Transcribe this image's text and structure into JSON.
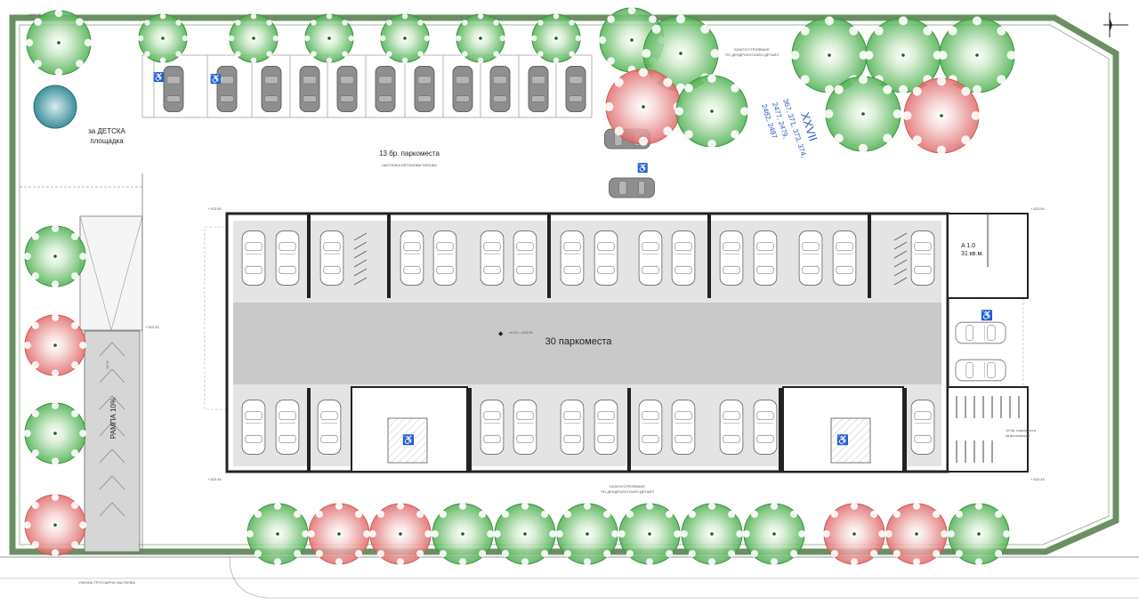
{
  "labels": {
    "playground_l1": "за ДЕТСКА",
    "playground_l2": "площадка",
    "surface_parking": "13 бр. паркоместа",
    "surface_paving": "НАСТИЛКА БЕТОНОВИ ПЛОЧКИ",
    "garage_parking": "30  паркоместа",
    "elevation_mark": "±0.00 = 623.50",
    "ramp": "РАМПА  10%",
    "ramp_slope": "10 %",
    "cadastral_number": "XXVII",
    "lot_numbers_1": "367, 371, 373, 374,",
    "lot_numbers_2": "2477, 2479,",
    "lot_numbers_3": "2482, 2487",
    "room_id": "A 1.0",
    "room_area": "31 кв.м.",
    "bikes_l1": "15 бр. паркоместа",
    "bikes_l2": "за велосипеди",
    "landscape_top_l1": "БЛАГОУСТРОЯВАНЕ",
    "landscape_top_l2": "ПО ДЕНДРОЛОГИЧЕН ДЕТАЙЛ",
    "landscape_bottom_l1": "БЛАГОУСТРОЯВАНЕ",
    "landscape_bottom_l2": "ПО ДЕНДРОЛОГИЧЕН ДЕТАЙЛ",
    "sidewalk": "УЛИЧНА ТРОТОАРНА НАСТИЛКА",
    "elev_left": "+ 623.50",
    "elev_right": "+ 623.50",
    "elev_bl": "+ 623.45",
    "elev_br": "+ 623.45",
    "elev_tl": "+ 623.75",
    "elev_street": "+ 623.50"
  },
  "colors": {
    "tree_green": "#4caf50",
    "tree_green_light": "#e2f3e0",
    "tree_red": "#e57373",
    "tree_red_light": "#fbe3e3",
    "tree_blue": "#3f8f9a",
    "boundary": "#6b8f63",
    "garage_floor": "#c9c9c9",
    "ramp_fill": "#d6d6d6",
    "text_blue": "#2a52c9"
  }
}
